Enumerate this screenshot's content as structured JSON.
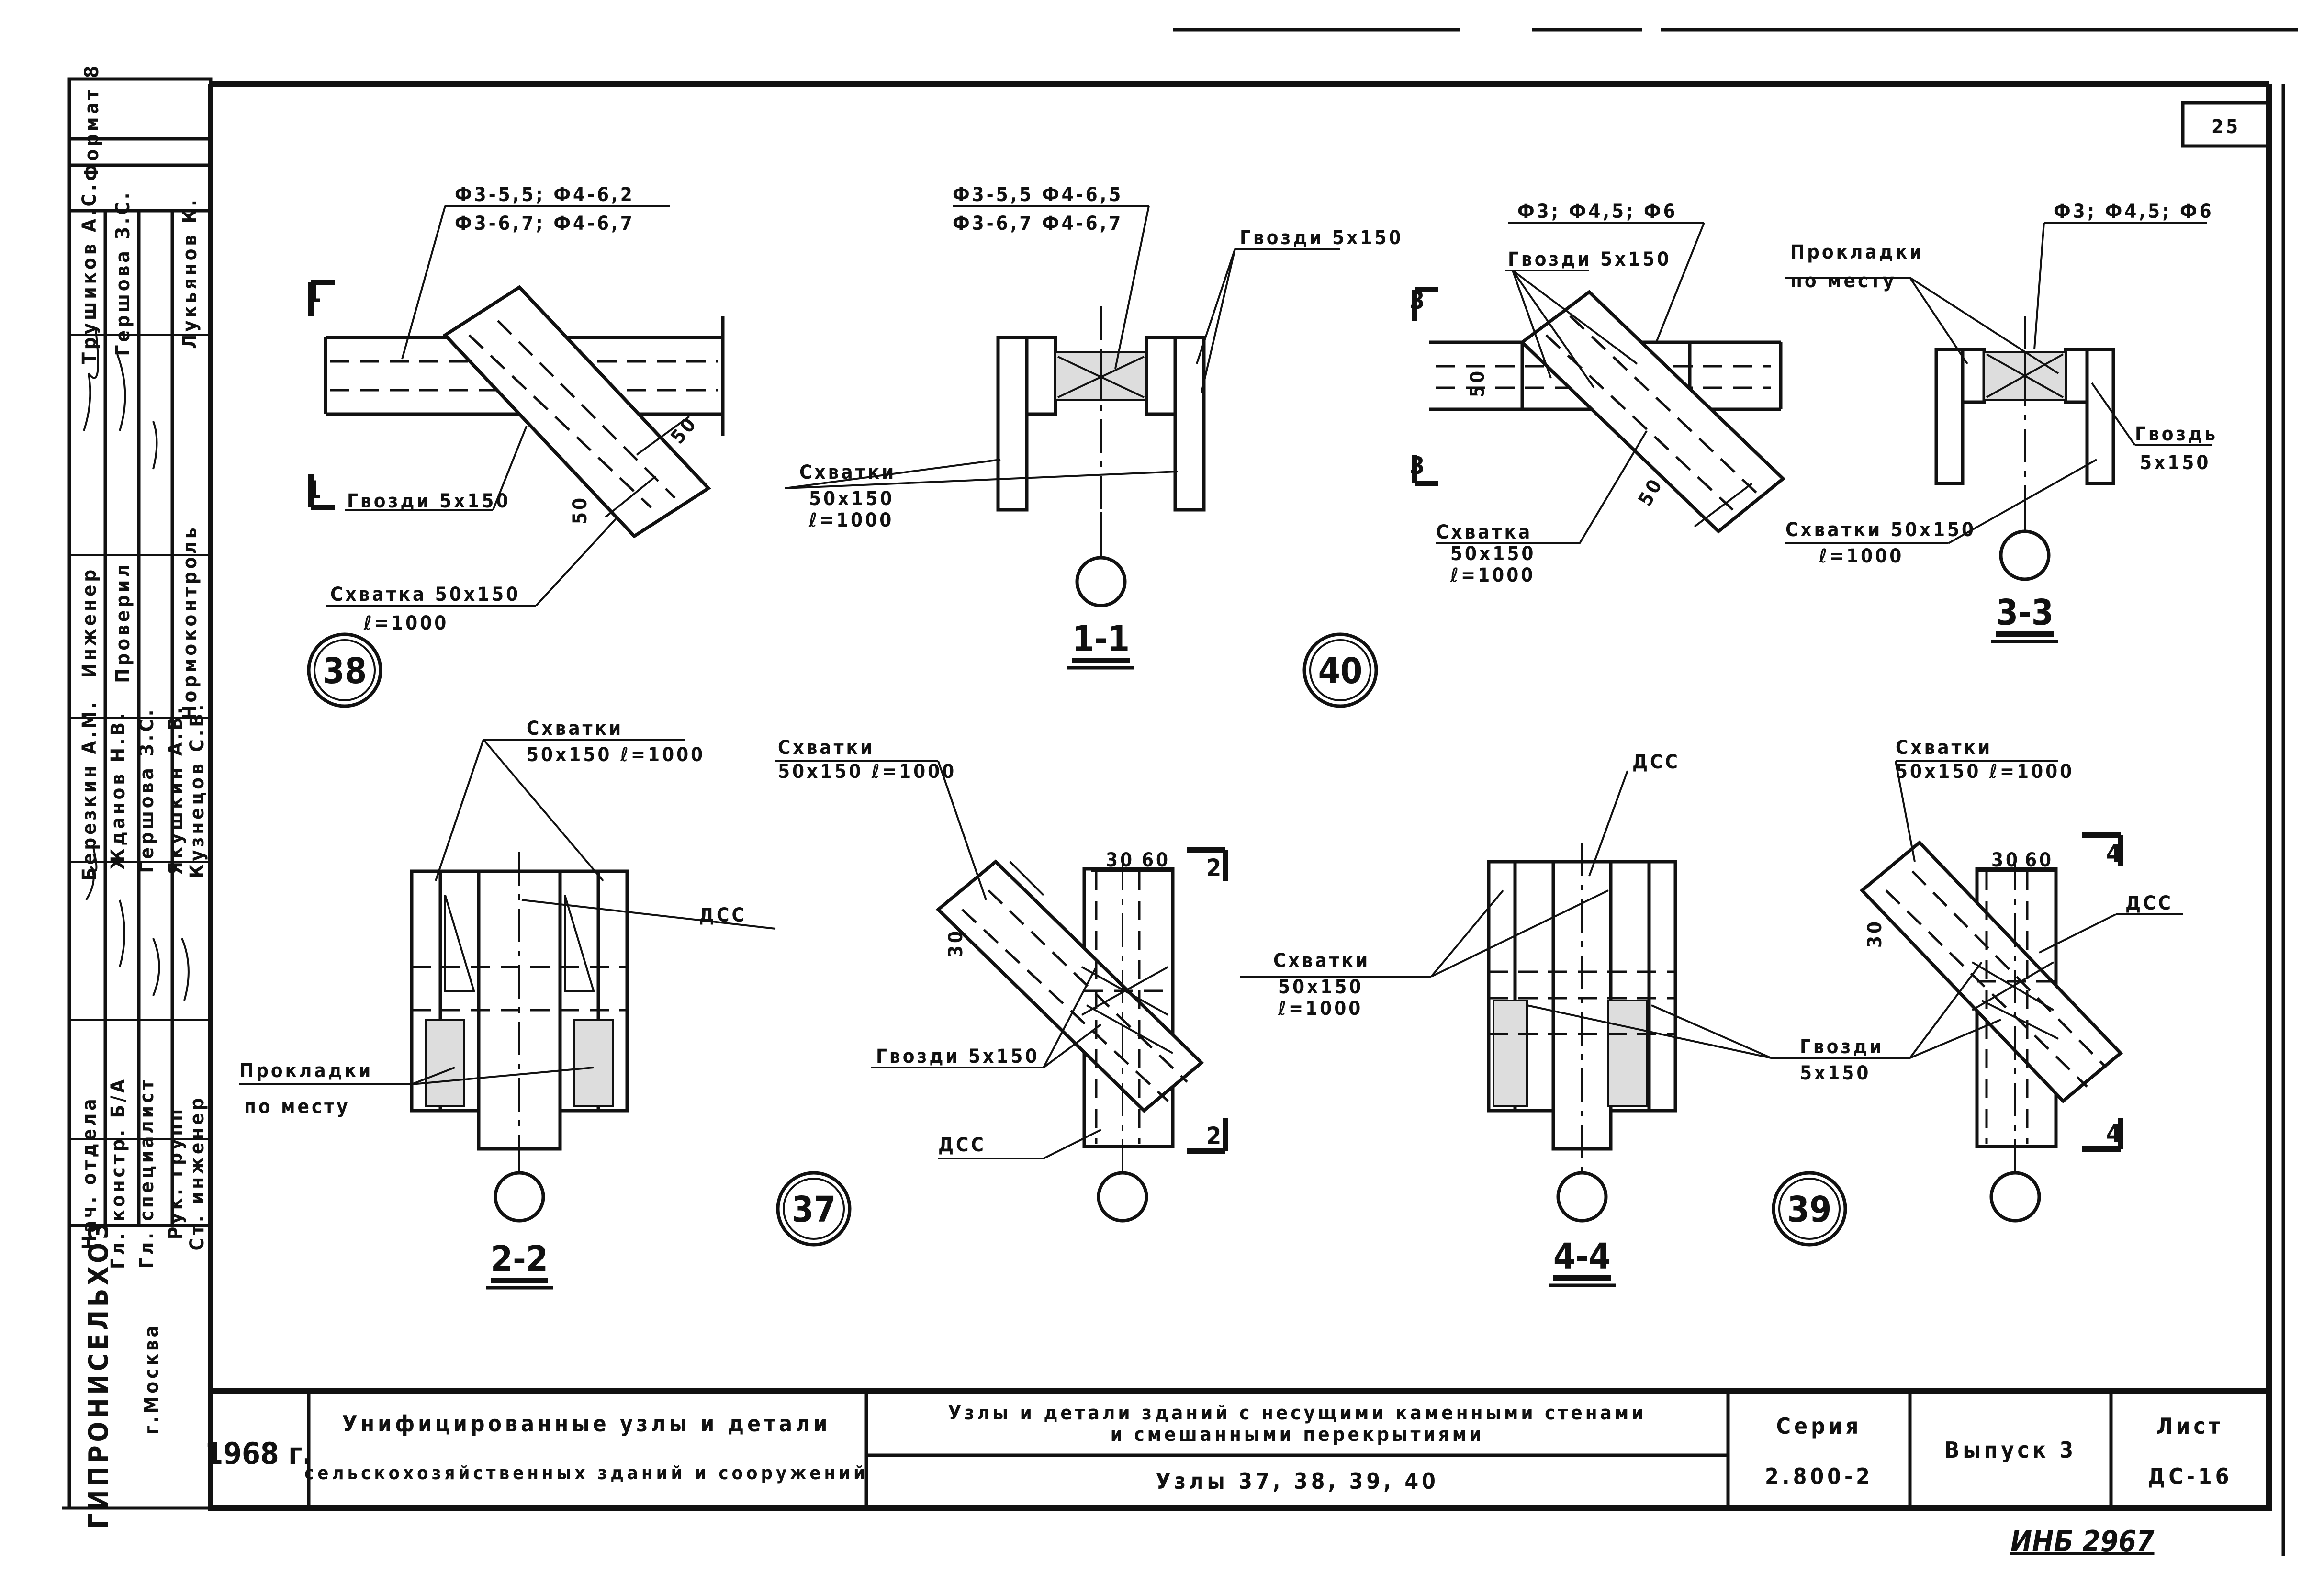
{
  "sheet_corner": "25",
  "stamp_bottom": "ИНБ 2967",
  "left_strip": {
    "top": "Формат 8",
    "org": "ГИПРОНИСЕЛЬХОЗ",
    "city": "г.Москва",
    "roles": [
      "Нач. отдела",
      "Гл. констр. Б/А",
      "Гл. специалист",
      "Рук. групп",
      "Ст. инженер",
      "Инженер",
      "Проверил",
      "Нормоконтроль"
    ],
    "names": [
      "Березкин А.М.",
      "Жданов Н.В.",
      "Гершова З.С.",
      "Якушкин А.В.",
      "Кузнецов С.В.",
      "Трушиков А.С.",
      "Гершова З.С.",
      "Лукьянов К."
    ]
  },
  "title_block": {
    "year": "1968 г.",
    "album_line1": "Унифицированные узлы и детали",
    "album_line2": "сельскохозяйственных зданий и сооружений",
    "subject_line1": "Узлы и детали зданий с несущими каменными стенами",
    "subject_line2": "и смешанными перекрытиями",
    "nodes": "Узлы 37, 38, 39, 40",
    "series_label": "Серия",
    "series_value": "2.800-2",
    "issue": "Выпуск 3",
    "sheet_label": "Лист",
    "sheet_value": "ДС-16"
  },
  "diagram": {
    "n38": {
      "number": "38",
      "section_mark": "1",
      "note_phi_1": "Ф3-5,5; Ф4-6,2",
      "note_phi_2": "Ф3-6,7; Ф4-6,7",
      "nails": "Гвозди 5х150",
      "clamp": "Схватка 50х150",
      "clamp_len": "ℓ=1000",
      "dim_a": "50",
      "dim_b": "50"
    },
    "s11": {
      "title": "1-1",
      "note_phi_1": "Ф3-5,5  Ф4-6,5",
      "note_phi_2": "Ф3-6,7  Ф4-6,7",
      "nails": "Гвозди 5х150",
      "clamp": "Схватки",
      "clamp_size": "50х150",
      "clamp_len": "ℓ=1000"
    },
    "n40": {
      "number": "40",
      "section_mark": "3",
      "note_phi": "Ф3; Ф4,5; Ф6",
      "nails": "Гвозди 5х150",
      "clamp": "Схватка",
      "clamp_size": "50х150",
      "clamp_len": "ℓ=1000",
      "dim_a": "50",
      "dim_b": "50"
    },
    "s33": {
      "title": "3-3",
      "note_phi": "Ф3; Ф4,5; Ф6",
      "spacers": "Прокладки",
      "spacers_2": "по месту",
      "nail": "Гвоздь",
      "nail_size": "5х150",
      "clamp": "Схватки 50х150",
      "clamp_len": "ℓ=1000"
    },
    "s22": {
      "title": "2-2",
      "clamp": "Схватки",
      "clamp_size": "50х150   ℓ=1000",
      "dsp": "ДСС",
      "spacers": "Прокладки",
      "spacers_2": "по месту"
    },
    "n37": {
      "number": "37",
      "section_mark": "2",
      "clamp": "Схватки",
      "clamp_size": "50х150  ℓ=1000",
      "nails": "Гвозди  5х150",
      "dsp": "ДСС",
      "dim_a": "30",
      "dim_b": "60",
      "dim_c": "30"
    },
    "s44": {
      "title": "4-4",
      "dsp": "ДСС",
      "clamp": "Схватки",
      "clamp_size": "50х150",
      "clamp_len": "ℓ=1000",
      "nails": "Гвозди",
      "nails_size": "5х150"
    },
    "n39": {
      "number": "39",
      "section_mark": "4",
      "clamp": "Схватки",
      "clamp_size": "50х150  ℓ=1000",
      "dsp": "ДСС",
      "dim_a": "30",
      "dim_b": "60",
      "dim_c": "30"
    }
  }
}
